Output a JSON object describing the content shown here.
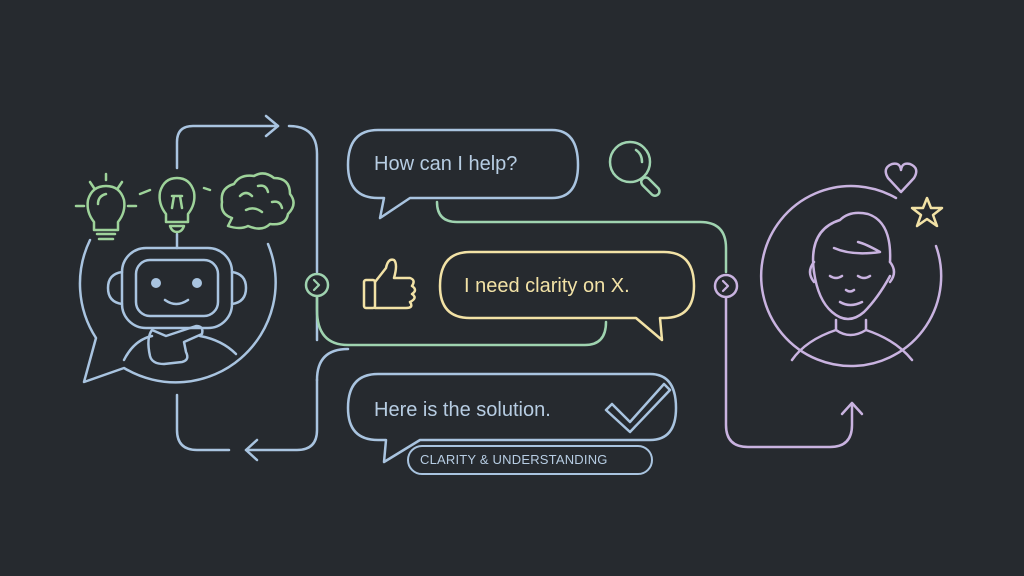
{
  "diagram": {
    "type": "conversation-flow",
    "colors": {
      "background": "#262a2f",
      "blue": "#a9c4e0",
      "green": "#9fd3b0",
      "yellow": "#f2e2a6",
      "purple": "#c9b3e0",
      "leaf_green": "#9ed39a"
    },
    "nodes": {
      "assistant": {
        "icon": "robot-assistant-icon",
        "thought_icons": [
          "lightbulb-icon",
          "lightbulb-icon",
          "brain-icon"
        ]
      },
      "user": {
        "icon": "user-avatar-icon",
        "decor_icons": [
          "heart-icon",
          "star-icon"
        ]
      }
    },
    "messages": [
      {
        "id": "question",
        "text": "How can I help?",
        "color": "blue",
        "side_icon": "magnifier-icon"
      },
      {
        "id": "request",
        "text": "I need clarity on X.",
        "color": "yellow",
        "side_icon": "thumbs-up-icon"
      },
      {
        "id": "solution",
        "text": "Here is the solution.",
        "color": "blue",
        "side_icon": "checkmark-icon",
        "tag": "CLARITY & UNDERSTANDING"
      }
    ],
    "connectors": [
      "loop-arrow-right",
      "loop-arrow-left",
      "flow-arrow-up",
      "chevron-node-green",
      "chevron-node-purple"
    ]
  }
}
